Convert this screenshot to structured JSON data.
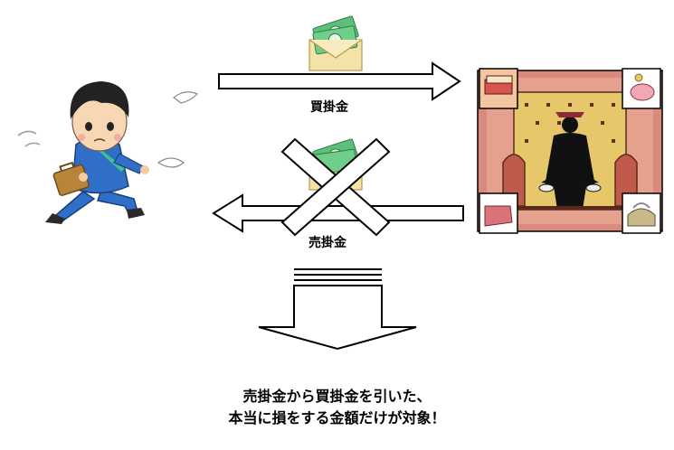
{
  "diagram": {
    "top_arrow_label": "買掛金",
    "bottom_arrow_label": "売掛金",
    "caption_line1": "売掛金から買掛金を引いた、",
    "caption_line2": "本当に損をする金額だけが対象！"
  },
  "icons": {
    "person": "running-businessman-icon",
    "money_top": "money-envelope-icon",
    "money_bottom": "money-envelope-icon",
    "cross": "cross-mark-icon",
    "company": "finance-office-icon"
  },
  "colors": {
    "money_green": "#5fbf7a",
    "suit_blue": "#2f6fc8",
    "frame_red": "#d98a7a",
    "frame_yellow": "#e6c86a",
    "cross_stroke": "#000000"
  }
}
